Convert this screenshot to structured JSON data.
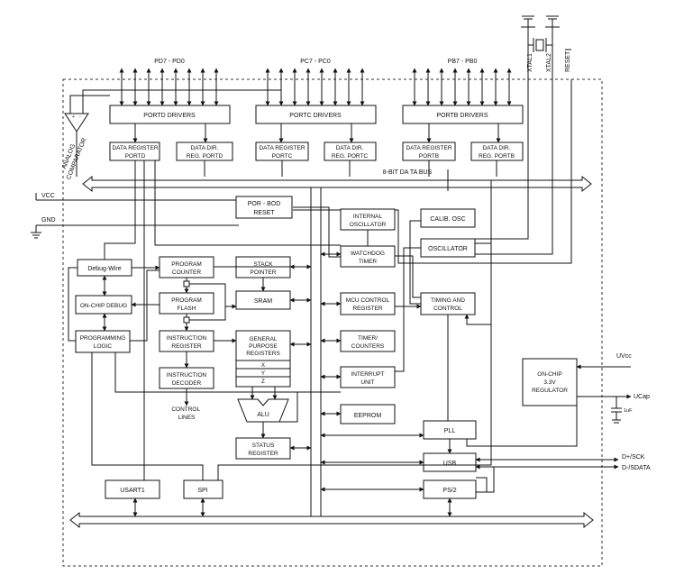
{
  "ports": {
    "pd_label": "PD7 - PD0",
    "pc_label": "PC7 - PC0",
    "pb_label": "PB7 - PB0",
    "portd_drivers": "PORTD DRIVERS",
    "portc_drivers": "PORTC DRIVERS",
    "portb_drivers": "PORTB DRIVERS"
  },
  "registers": {
    "data_reg_d": [
      "DATA REGISTER",
      "PORTD"
    ],
    "dir_reg_d": [
      "DATA DIR.",
      "REG. PORTD"
    ],
    "data_reg_c": [
      "DATA REGISTER",
      "PORTC"
    ],
    "dir_reg_c": [
      "DATA DIR.",
      "REG. PORTC"
    ],
    "data_reg_b": [
      "DATA REGISTER",
      "PORTB"
    ],
    "dir_reg_b": [
      "DATA DIR.",
      "REG. PORTB"
    ]
  },
  "bus_label": "8-BIT DA TA BUS",
  "pins": {
    "vcc": "VCC",
    "gnd": "GND",
    "xtal1": "XTAL1",
    "xtal2": "XTAL2",
    "reset": "RESET",
    "uvcc": "UVcc",
    "ucap": "UCap",
    "cap_value": "1uF",
    "dplus": "D+/SCK",
    "dminus": "D-/SDATA"
  },
  "analog": [
    "ANALOG",
    "COMPARATOR"
  ],
  "blocks": {
    "por_bod": [
      "POR - BOD",
      "RESET"
    ],
    "internal_osc": [
      "INTERNAL",
      "OSCILLATOR"
    ],
    "calib_osc": "CALIB. OSC",
    "oscillator": "OSCILLATOR",
    "watchdog": [
      "WATCHDOG",
      "TIMER"
    ],
    "debug_wire": "Debug-Wire",
    "program_counter": [
      "PROGRAM",
      "COUNTER"
    ],
    "stack_pointer": [
      "STACK",
      "POINTER"
    ],
    "on_chip_debug": "ON-CHIP DEBUG",
    "program_flash": [
      "PROGRAM",
      "FLASH"
    ],
    "sram": "SRAM",
    "mcu_control": [
      "MCU CONTROL",
      "REGISTER"
    ],
    "timing_control": [
      "TIMING AND",
      "CONTROL"
    ],
    "programming_logic": [
      "PROGRAMMING",
      "LOGIC"
    ],
    "instruction_register": [
      "INSTRUCTION",
      "REGISTER"
    ],
    "gp_registers": [
      "GENERAL",
      "PURPOSE",
      "REGISTERS"
    ],
    "reg_x": "X",
    "reg_y": "Y",
    "reg_z": "Z",
    "timer_counters": [
      "TIMER/",
      "COUNTERS"
    ],
    "instruction_decoder": [
      "INSTRUCTION",
      "DECODER"
    ],
    "interrupt_unit": [
      "INTERRUPT",
      "UNIT"
    ],
    "control_lines": [
      "CONTROL",
      "LINES"
    ],
    "alu": "ALU",
    "eeprom": "EEPROM",
    "status_register": [
      "STATUS",
      "REGISTER"
    ],
    "pll": "PLL",
    "usb": "USB",
    "usart1": "USART1",
    "spi": "SPI",
    "ps2": "PS/2",
    "regulator": [
      "ON-CHIP",
      "3.3V",
      "REGULATOR"
    ]
  }
}
